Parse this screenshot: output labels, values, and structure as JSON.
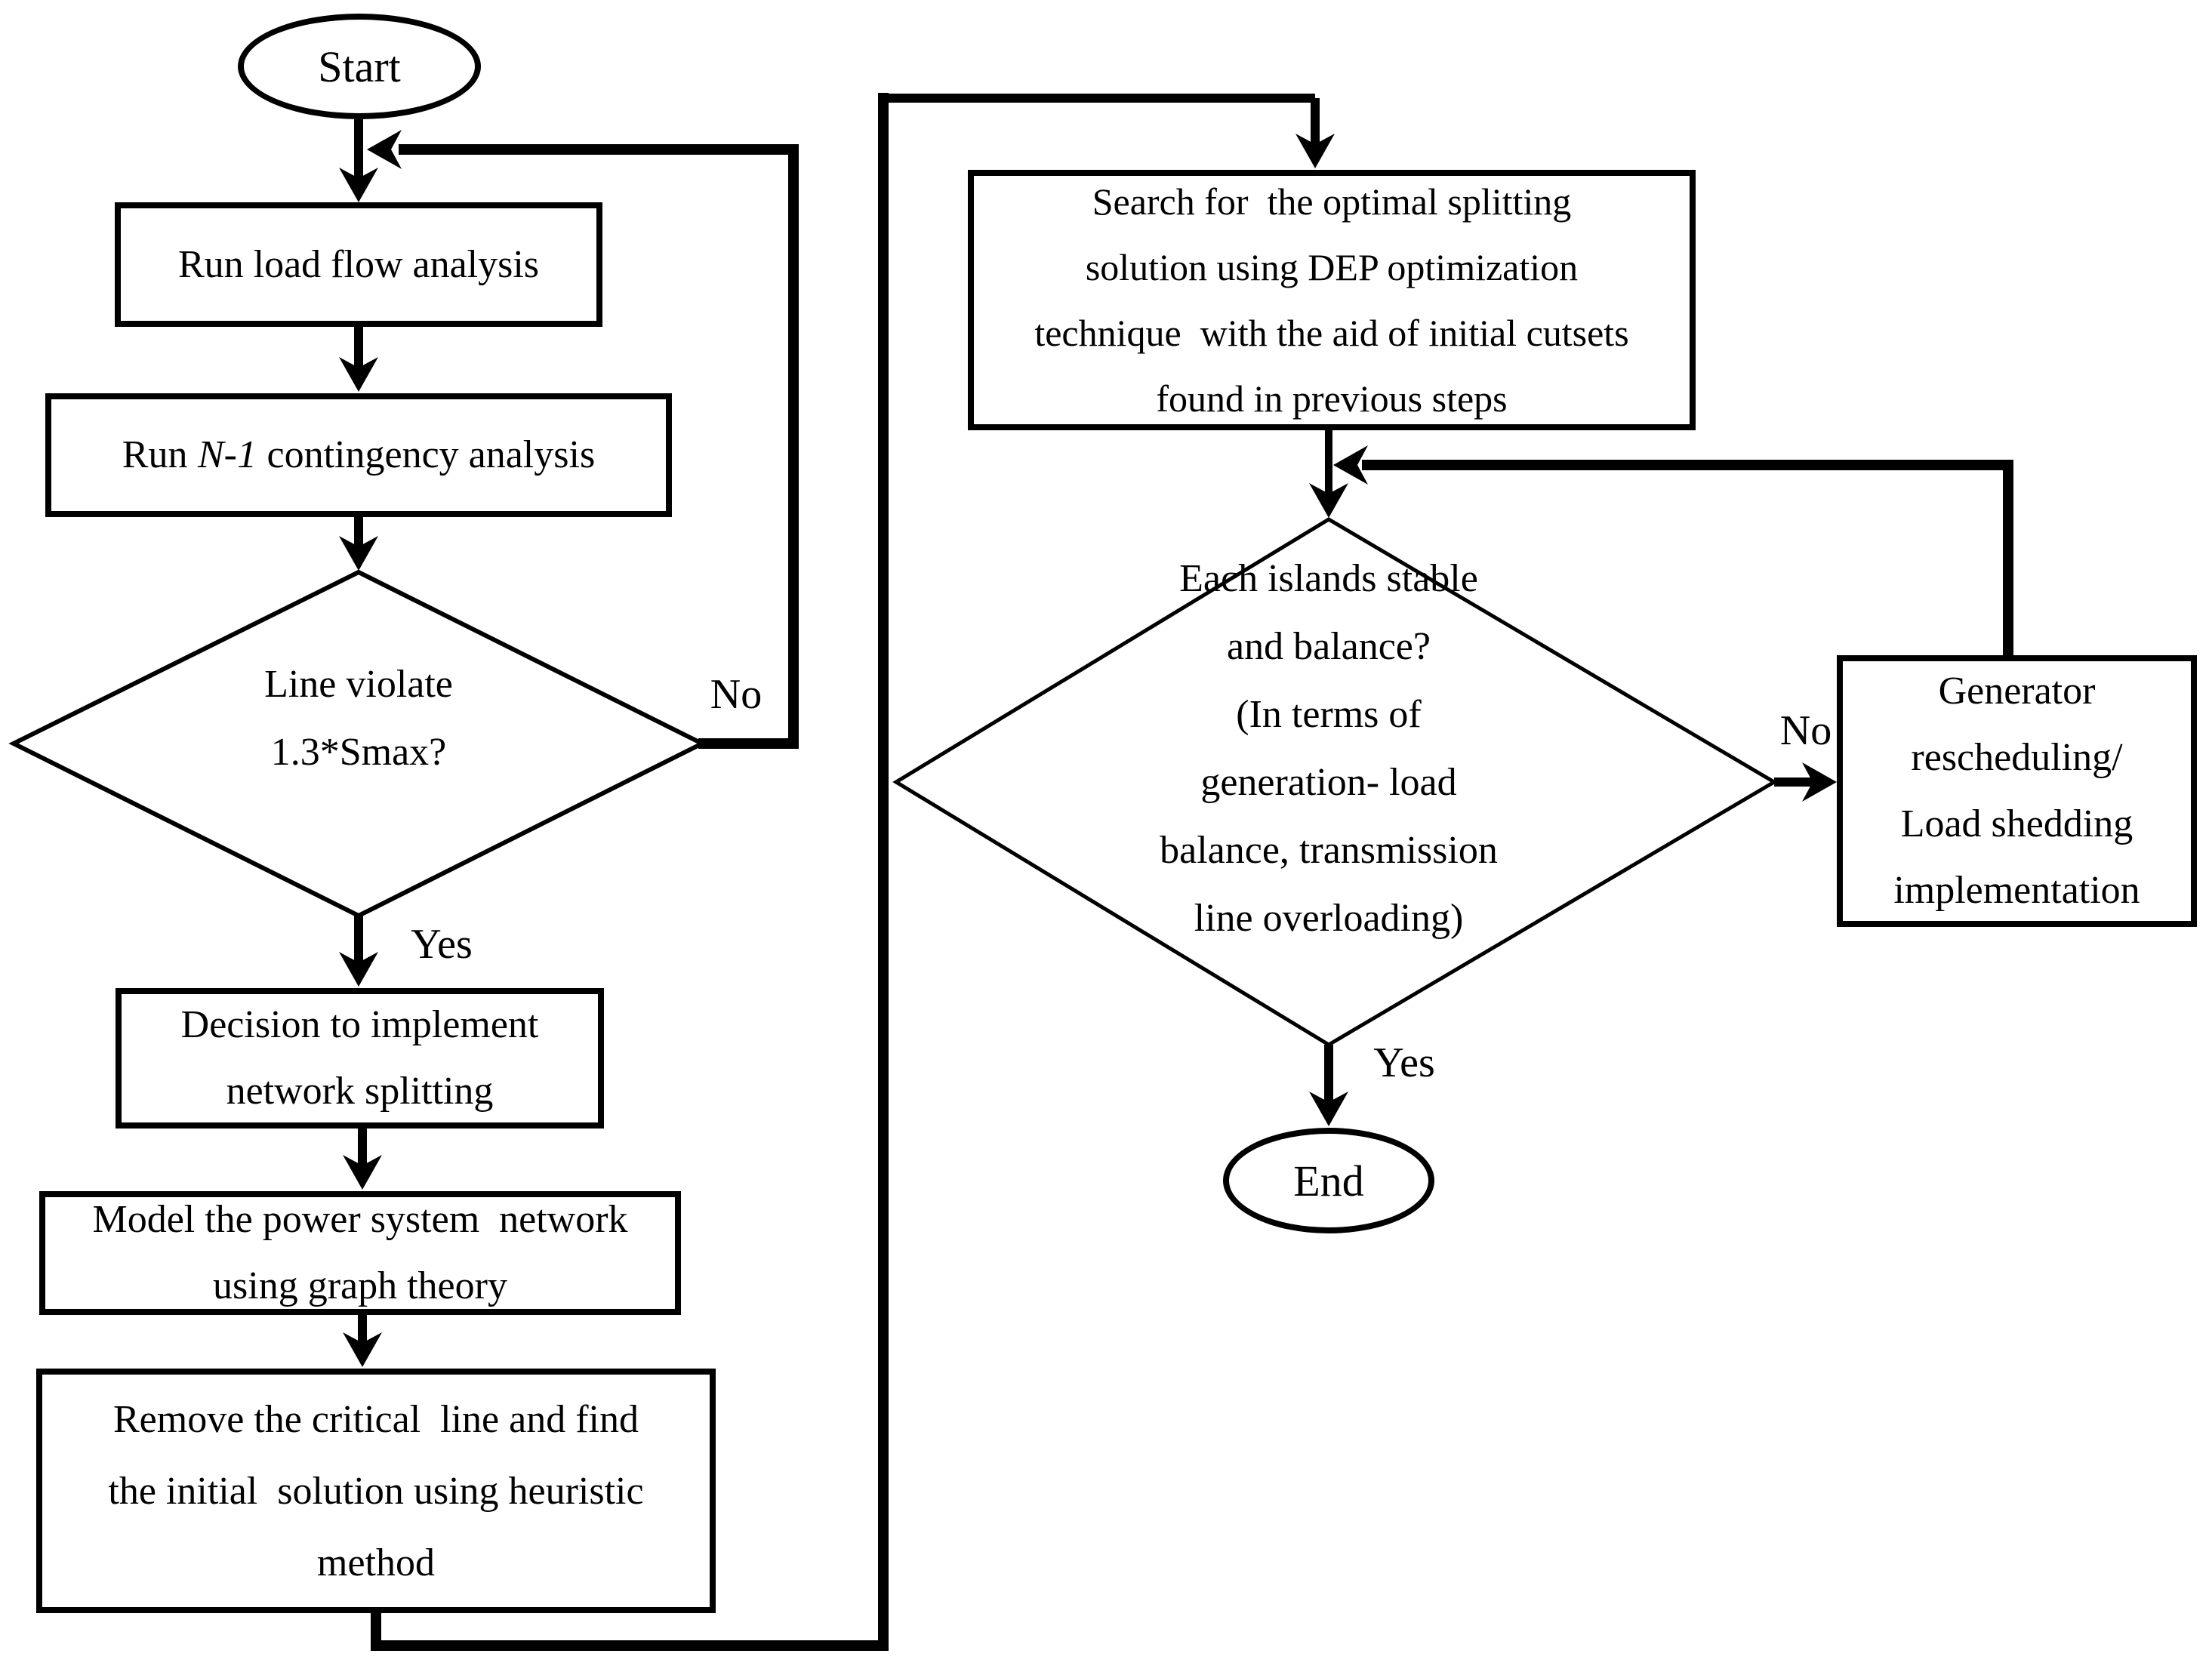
{
  "diagram": {
    "type": "flowchart",
    "colors": {
      "stroke": "#000000",
      "background": "#ffffff"
    },
    "nodes": {
      "start": {
        "label": "Start"
      },
      "run_load_flow": {
        "label": "Run load flow analysis"
      },
      "run_contingency": {
        "prefix": "Run",
        "italic_part": "N-1",
        "suffix": "contingency analysis"
      },
      "line_violate_decision": {
        "lines": [
          "Line violate",
          "1.3*Smax?"
        ]
      },
      "decision_split": {
        "lines": [
          "Decision to implement",
          "network splitting"
        ]
      },
      "model_graph": {
        "lines": [
          "Model the power system  network",
          "using graph theory"
        ]
      },
      "remove_critical": {
        "lines": [
          "Remove the critical  line and find",
          "the initial  solution using heuristic",
          "method"
        ]
      },
      "search_dep": {
        "lines": [
          "Search for  the optimal splitting",
          "solution using DEP optimization",
          "technique  with the aid of initial cutsets",
          "found in previous steps"
        ]
      },
      "islands_stable_decision": {
        "lines": [
          "Each islands stable",
          "and balance?",
          "(In terms of",
          "generation- load",
          "balance, transmission",
          "line overloading)"
        ]
      },
      "generator_resched": {
        "lines": [
          "Generator",
          "rescheduling/",
          "Load shedding",
          "implementation"
        ]
      },
      "end": {
        "label": "End"
      }
    },
    "edge_labels": {
      "no_line_violate": "No",
      "yes_line_violate": "Yes",
      "no_islands": "No",
      "yes_islands": "Yes"
    }
  }
}
